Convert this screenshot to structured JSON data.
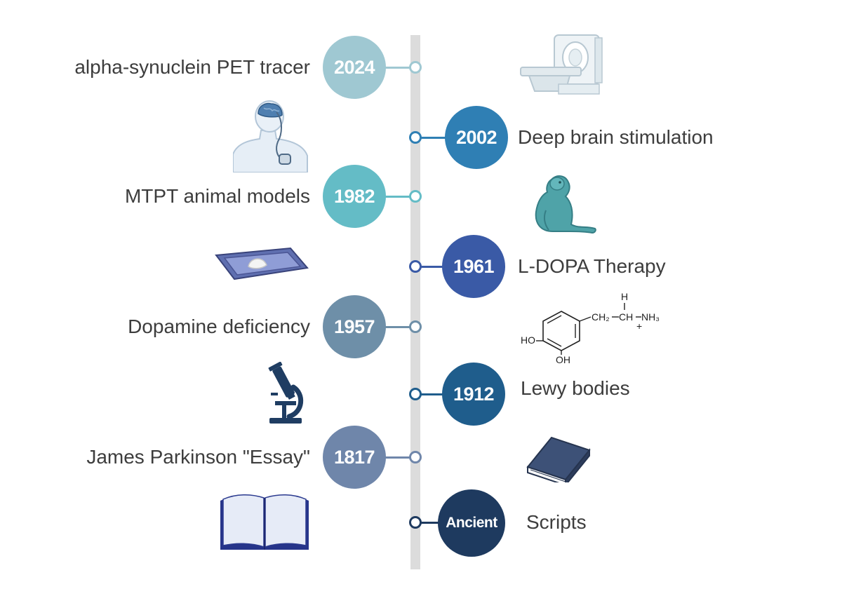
{
  "timeline": {
    "events": [
      {
        "year": "2024",
        "label": "alpha-synuclein PET tracer",
        "side": "left",
        "color": "#9fc8d2",
        "icon": "pet-scanner-icon"
      },
      {
        "year": "2002",
        "label": "Deep brain stimulation",
        "side": "right",
        "color": "#2f7fb4",
        "icon": "brain-stimulation-figure-icon"
      },
      {
        "year": "1982",
        "label": "MTPT animal models",
        "side": "left",
        "color": "#64bcc6",
        "icon": "monkey-icon"
      },
      {
        "year": "1961",
        "label": "L-DOPA Therapy",
        "side": "right",
        "color": "#3a5aa6",
        "icon": "powder-tray-icon"
      },
      {
        "year": "1957",
        "label": "Dopamine deficiency",
        "side": "left",
        "color": "#6e8fa8",
        "icon": "dopamine-molecule-icon"
      },
      {
        "year": "1912",
        "label": "Lewy bodies",
        "side": "right",
        "color": "#1f5d8c",
        "icon": "microscope-icon"
      },
      {
        "year": "1817",
        "label": "James Parkinson \"Essay\"",
        "side": "left",
        "color": "#6f86aa",
        "icon": "closed-book-icon"
      },
      {
        "year": "Ancient",
        "label": "Scripts",
        "side": "right",
        "color": "#1e3a5f",
        "icon": "open-book-icon"
      }
    ]
  },
  "molecule": {
    "h": "H",
    "ch2": "CH₂",
    "ch": "CH",
    "nh3": "NH₃",
    "plus": "+",
    "oh1": "HO",
    "oh2": "OH"
  }
}
